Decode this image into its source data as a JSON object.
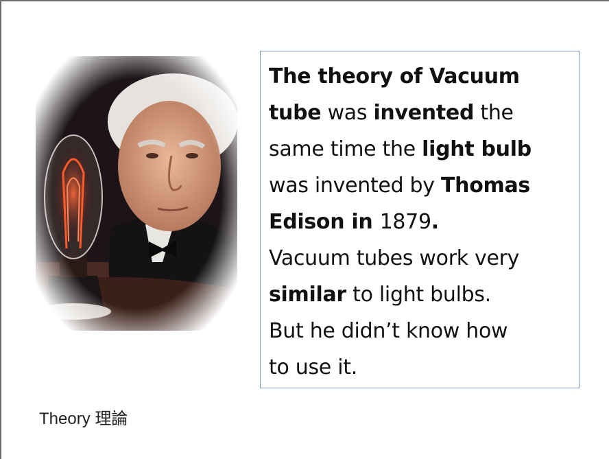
{
  "paragraph": {
    "lines": [
      [
        "The theory of Vacuum",
        ""
      ],
      [
        "tube",
        " was ",
        "invented",
        " the"
      ],
      [
        "same time the ",
        "light bulb"
      ],
      [
        "was invented by ",
        "Thomas"
      ],
      [
        "Edison in ",
        "1879",
        "."
      ],
      [
        "Vacuum tubes work very"
      ],
      [
        "similar",
        " to light bulbs."
      ],
      [
        "But he didn’t know how"
      ],
      [
        "to use it."
      ]
    ]
  },
  "caption": {
    "word": "Theory",
    "translation": "理論"
  },
  "colors": {
    "textbox_border": "#7a9cc6",
    "frame_border": "#6b6b6b"
  },
  "image": {
    "subject": "portrait-with-light-bulb"
  }
}
